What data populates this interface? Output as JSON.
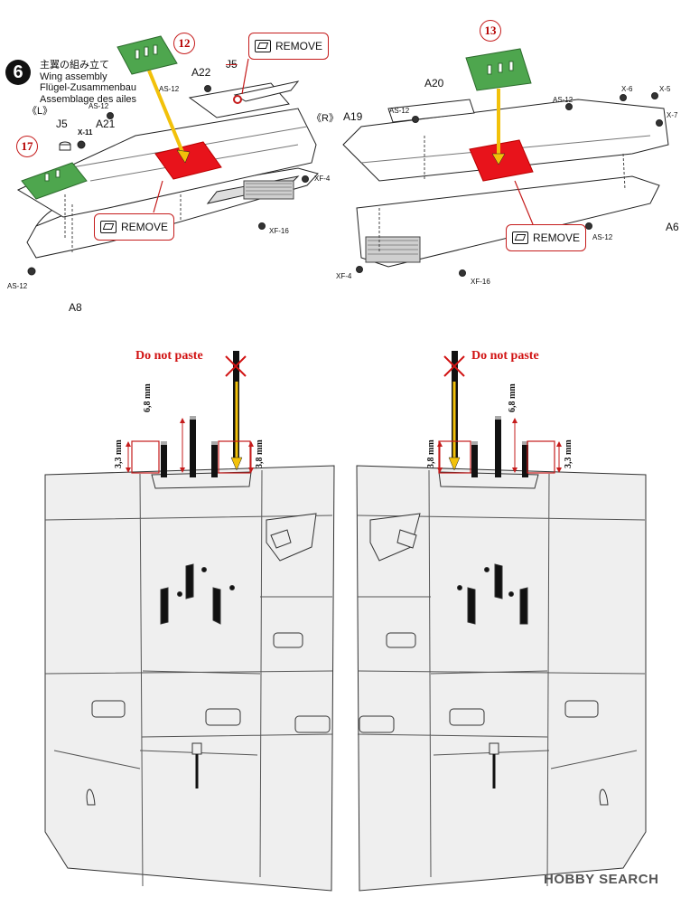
{
  "step": {
    "number": "6",
    "title_jp": "主翼の組み立て",
    "title_en": "Wing assembly",
    "title_de": "Flügel-Zusammenbau",
    "title_fr": "Assemblage des ailes"
  },
  "left_assembly": {
    "side_mark": "《L》",
    "callout_a": "12",
    "callout_b": "17",
    "remove_top": "REMOVE",
    "remove_bottom": "REMOVE",
    "labels": {
      "a22": "A22",
      "j5_crossed": "J5",
      "as12_a": "AS-12",
      "as12_b": "AS-12",
      "as12_c": "AS-12",
      "j5": "J5",
      "x11": "X-11",
      "a21": "A21",
      "xf4": "XF-4",
      "xf16": "XF-16",
      "a8": "A8"
    }
  },
  "right_assembly": {
    "side_mark": "《R》",
    "callout": "13",
    "remove": "REMOVE",
    "labels": {
      "a20": "A20",
      "a19": "A19",
      "as12_a": "AS-12",
      "as12_b": "AS-12",
      "as12_c": "AS-12",
      "x6": "X-6",
      "x5": "X-5",
      "x7": "X-7",
      "a6": "A6",
      "xf4": "XF-4",
      "xf16": "XF-16"
    }
  },
  "decal_placement": {
    "left": {
      "do_not_paste": "Do not paste",
      "dim_tall": "6,8 mm",
      "dim_left": "3,3 mm",
      "dim_right": "3,8 mm"
    },
    "right": {
      "do_not_paste": "Do not paste",
      "dim_tall": "6,8 mm",
      "dim_left": "3,8 mm",
      "dim_right": "3,3 mm"
    }
  },
  "watermark": "HOBBY SEARCH",
  "colors": {
    "green": "#4ea64e",
    "red_panel": "#e8131b",
    "arrow": "#f2c10a",
    "callout_red": "#c51c1c",
    "wing_grey": "#efefef",
    "dnp_red": "#d11212"
  }
}
